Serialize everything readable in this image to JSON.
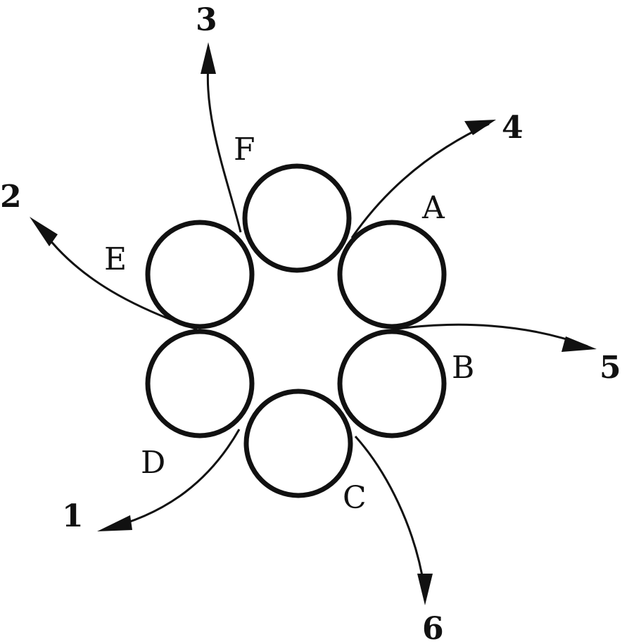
{
  "diagram": {
    "roller_labels": {
      "a": "A",
      "b": "B",
      "c": "C",
      "d": "D",
      "e": "E",
      "f": "F"
    },
    "port_labels": {
      "p1": "1",
      "p2": "2",
      "p3": "3",
      "p4": "4",
      "p5": "5",
      "p6": "6"
    },
    "colors": {
      "ink": "#111111",
      "background": "#ffffff"
    }
  }
}
